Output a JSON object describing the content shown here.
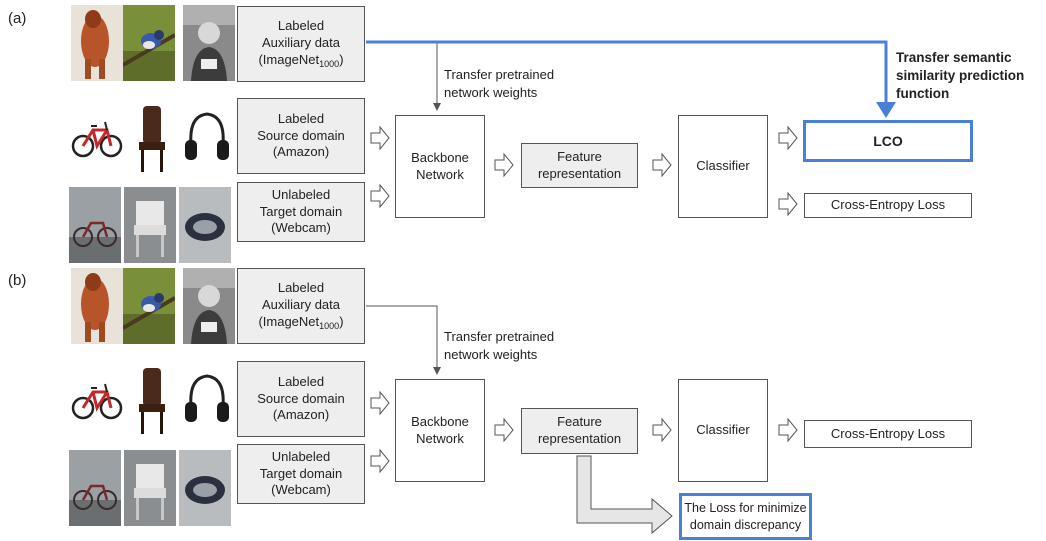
{
  "panels": [
    {
      "label": "(a)",
      "auxiliary": {
        "line1": "Labeled",
        "line2": "Auxiliary data",
        "line3_main": "(ImageNet",
        "line3_sub": "1000",
        "line3_end": ")"
      },
      "source": {
        "line1": "Labeled",
        "line2": "Source domain",
        "line3": "(Amazon)"
      },
      "target": {
        "line1": "Unlabeled",
        "line2": "Target domain",
        "line3": "(Webcam)"
      },
      "transfer_weights": {
        "line1": "Transfer pretrained",
        "line2": "network weights"
      },
      "backbone": {
        "line1": "Backbone",
        "line2": "Network"
      },
      "feature": {
        "line1": "Feature",
        "line2": "representation"
      },
      "classifier": "Classifier",
      "lco": "LCO",
      "ce_loss": "Cross-Entropy Loss",
      "semantic_transfer": {
        "line1": "Transfer semantic",
        "line2": "similarity prediction",
        "line3": "function"
      }
    },
    {
      "label": "(b)",
      "auxiliary": {
        "line1": "Labeled",
        "line2": "Auxiliary data",
        "line3_main": "(ImageNet",
        "line3_sub": "1000",
        "line3_end": ")"
      },
      "source": {
        "line1": "Labeled",
        "line2": "Source domain",
        "line3": "(Amazon)"
      },
      "target": {
        "line1": "Unlabeled",
        "line2": "Target domain",
        "line3": "(Webcam)"
      },
      "transfer_weights": {
        "line1": "Transfer pretrained",
        "line2": "network weights"
      },
      "backbone": {
        "line1": "Backbone",
        "line2": "Network"
      },
      "feature": {
        "line1": "Feature",
        "line2": "representation"
      },
      "classifier": "Classifier",
      "ce_loss": "Cross-Entropy Loss",
      "discrepancy_loss": {
        "line1": "The Loss for minimize",
        "line2": "domain discrepancy"
      }
    }
  ],
  "colors": {
    "accent_blue": "#4a7fd8",
    "box_gray": "#eeeeee",
    "border": "#555555"
  }
}
